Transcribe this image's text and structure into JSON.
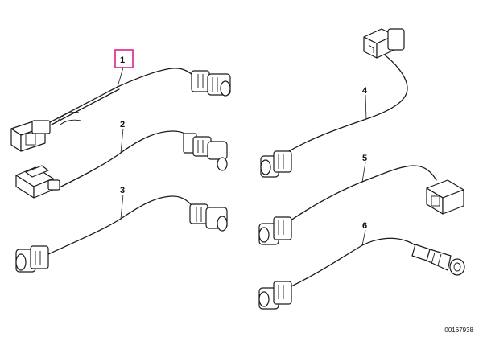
{
  "diagram": {
    "callouts": [
      {
        "id": "1",
        "label": "1",
        "highlighted": true
      },
      {
        "id": "2",
        "label": "2",
        "highlighted": false
      },
      {
        "id": "3",
        "label": "3",
        "highlighted": false
      },
      {
        "id": "4",
        "label": "4",
        "highlighted": false
      },
      {
        "id": "5",
        "label": "5",
        "highlighted": false
      },
      {
        "id": "6",
        "label": "6",
        "highlighted": false
      }
    ],
    "document_number": "00167938",
    "colors": {
      "highlight": "#e0218a",
      "line": "#1a1a1a"
    }
  }
}
